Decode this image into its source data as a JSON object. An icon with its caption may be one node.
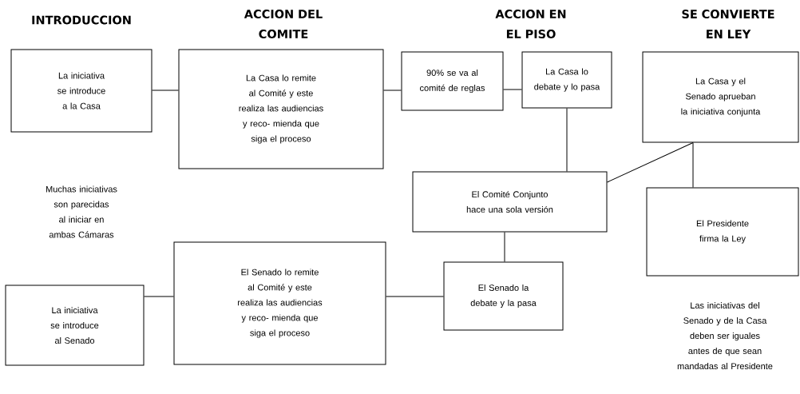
{
  "diagram": {
    "nodes": [
      {
        "text": [
          "La iniciativa se introduce a la Casa"
        ]
      },
      {
        "text": [
          "La Casa lo remite al Comité y este realiza las audiencias y reco- mienda que siga el proceso"
        ]
      },
      {
        "text": [
          "90% se va al comité de reglas"
        ]
      },
      {
        "text": [
          "La Casa lo debate y lo pasa"
        ]
      },
      {
        "text": [
          "La Casa y el Senado aprueban la iniciativa conjunta"
        ]
      },
      {
        "text": [
          "El Comité Conjunto hace una sola versión"
        ]
      },
      {
        "text": [
          "El Presidente firma la Ley"
        ]
      },
      {
        "text": [
          "El Senado lo remite al Comité y este realiza las audiencias y reco- mienda que siga el proceso"
        ]
      },
      {
        "text": [
          "El Senado la debate y la pasa"
        ]
      },
      {
        "text": [
          "La iniciativa se introduce al Senado"
        ]
      }
    ],
    "edges": [
      {
        "from": 0,
        "to": 1,
        "arrow": "none"
      },
      {
        "from": 1,
        "to": 2,
        "arrow": "none"
      },
      {
        "from": 2,
        "to": 3,
        "arrow": "none"
      },
      {
        "from": 3,
        "to": 5,
        "arrow": "none"
      },
      {
        "from": 5,
        "to": 4,
        "arrow": "none"
      },
      {
        "from": 4,
        "to": 6,
        "arrow": "none"
      },
      {
        "from": 9,
        "to": 7,
        "arrow": "none"
      },
      {
        "from": 7,
        "to": 8,
        "arrow": "none"
      },
      {
        "from": 8,
        "to": 5,
        "arrow": "none"
      }
    ],
    "labels": [
      "INTRODUCCION",
      "ACCION DEL COMITE",
      "ACCION EN EL PISO",
      "SE CONVIERTE EN LEY",
      "Muchas iniciativas son parecidas al iniciar en ambas Cámaras",
      "Las iniciativas del Senado y de la Casa deben ser iguales antes de que sean mandadas al Presidente"
    ]
  }
}
